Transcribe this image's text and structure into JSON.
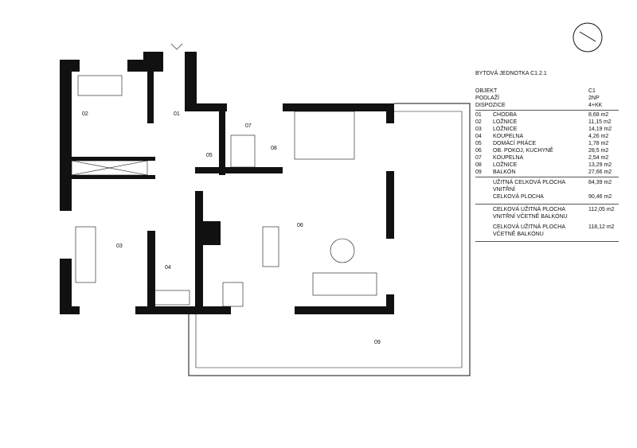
{
  "unit_title": "BYTOVÁ JEDNOTKA C1.2.1",
  "info": [
    {
      "label": "OBJEKT",
      "value": "C1"
    },
    {
      "label": "PODLAŽÍ",
      "value": "2NP"
    },
    {
      "label": "DISPOZICE",
      "value": "4+KK"
    }
  ],
  "rooms": [
    {
      "no": "01",
      "name": "CHODBA",
      "area": "8,68 m2"
    },
    {
      "no": "02",
      "name": "LOŽNICE",
      "area": "11,15 m2"
    },
    {
      "no": "03",
      "name": "LOŽNICE",
      "area": "14,19 m2"
    },
    {
      "no": "04",
      "name": "KOUPELNA",
      "area": "4,26 m2"
    },
    {
      "no": "05",
      "name": "DOMÁCÍ PRÁCE",
      "area": "1,78 m2"
    },
    {
      "no": "06",
      "name": "OB. POKOJ, KUCHYNĚ",
      "area": "28,5 m2"
    },
    {
      "no": "07",
      "name": "KOUPELNA",
      "area": "2,54 m2"
    },
    {
      "no": "08",
      "name": "LOŽNICE",
      "area": "13,29 m2"
    },
    {
      "no": "09",
      "name": "BALKÓN",
      "area": "27,66 m2"
    }
  ],
  "totals": [
    {
      "label": "UŽITNÁ CELKOVÁ PLOCHA VNITŘNÍ",
      "value": "84,39 m2"
    },
    {
      "label": "CELKOVÁ PLOCHA",
      "value": "90,46 m2"
    },
    {
      "label": "CELKOVÁ UŽITNÁ PLOCHA VNITŘNÍ VČETNĚ BALKÓNU",
      "value": "112,05 m2"
    },
    {
      "label": "CELKOVÁ UŽITNÁ PLOCHA VČETNĚ BALKÓNU",
      "value": "118,12 m2"
    }
  ]
}
